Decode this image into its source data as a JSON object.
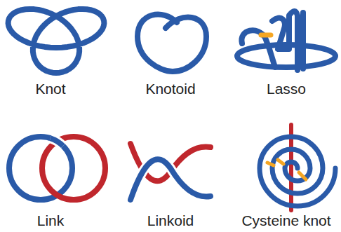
{
  "diagram": {
    "labels": [
      "Knot",
      "Knotoid",
      "Lasso",
      "Link",
      "Linkoid",
      "Cysteine knot"
    ]
  }
}
